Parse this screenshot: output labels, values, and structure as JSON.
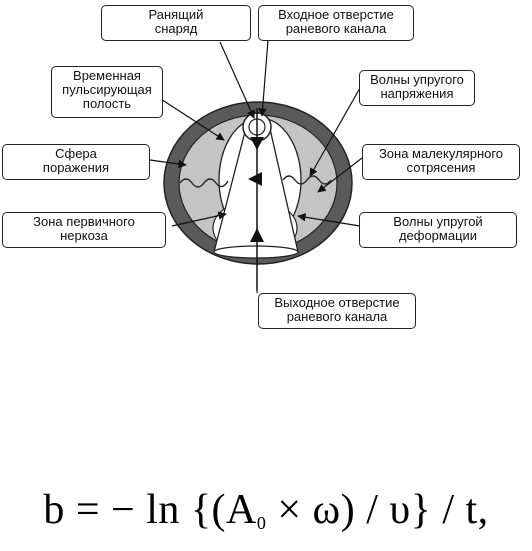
{
  "diagram": {
    "labels": {
      "projectile": [
        "Ранящий",
        "снаряд"
      ],
      "entry": [
        "Входное отверстие",
        "раневого канала"
      ],
      "cavity": [
        "Временная",
        "пульсирующая",
        "полость"
      ],
      "stress_waves": [
        "Волны упругого",
        "напряжения"
      ],
      "sphere": [
        "Сфера",
        "поражения"
      ],
      "concussion": [
        "Зона малекулярного",
        "сотрясения"
      ],
      "necrosis": [
        "Зона первичного",
        "неркоза"
      ],
      "deformation": [
        "Волны упругой",
        "деформации"
      ],
      "exit": [
        "Выходное отверстие",
        "раневого канала"
      ]
    },
    "colors": {
      "outer_ring": "#5a5a5a",
      "inner_zone": "#c4c4c4",
      "cavity": "#ffffff",
      "line": "#111111"
    }
  },
  "formula": {
    "left": "b = − ln {(A",
    "sub": "0",
    "right": " × ω) / υ} / t,"
  }
}
